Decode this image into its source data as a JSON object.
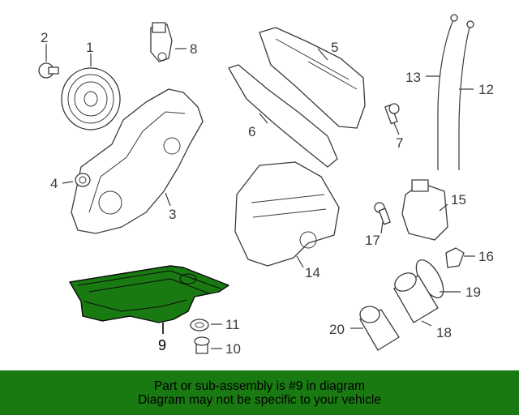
{
  "callouts": [
    "1",
    "2",
    "3",
    "4",
    "5",
    "6",
    "7",
    "8",
    "9",
    "10",
    "11",
    "12",
    "13",
    "14",
    "15",
    "16",
    "17",
    "18",
    "19",
    "20"
  ],
  "highlighted_part": "9",
  "colors": {
    "highlight": "#1a7a12",
    "banner": "#1a7a12",
    "line": "#3a3a3a"
  },
  "banner": {
    "line1": "Part or sub-assembly is #9 in diagram",
    "line2": "Diagram may not be specific to your vehicle"
  }
}
